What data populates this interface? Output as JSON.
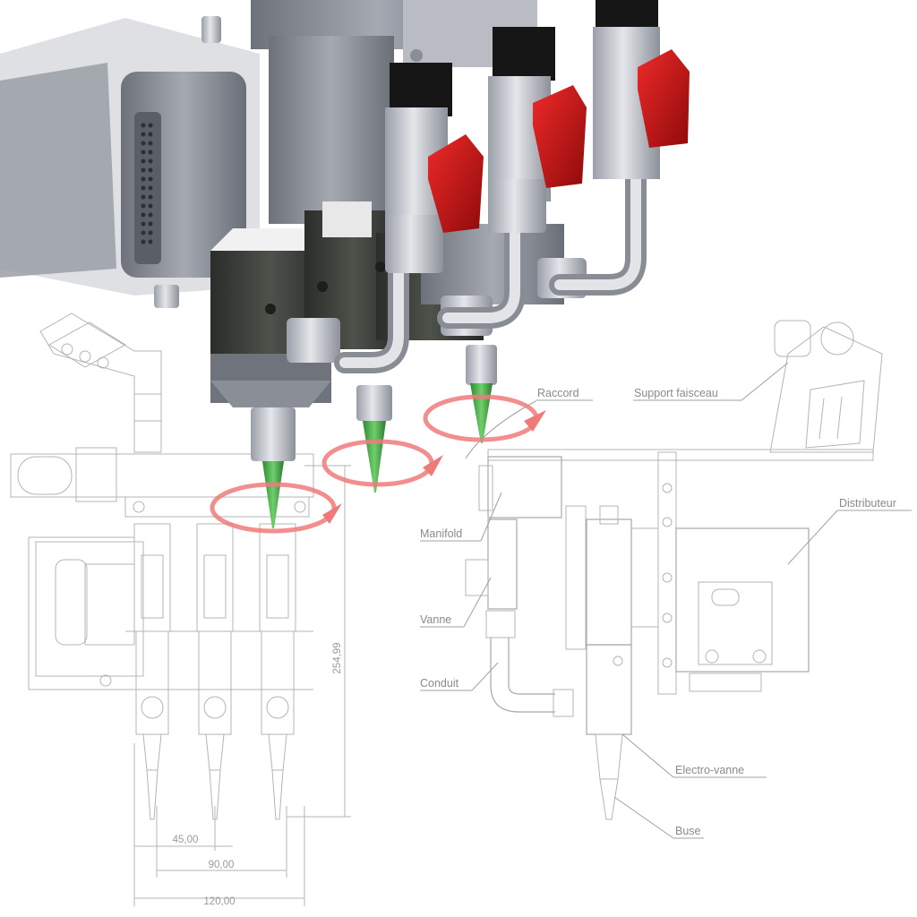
{
  "labels": {
    "raccord": "Raccord",
    "support_faisceau": "Support faisceau",
    "distributeur": "Distributeur",
    "manifold": "Manifold",
    "vanne": "Vanne",
    "conduit": "Conduit",
    "electro_vanne": "Electro-vanne",
    "buse": "Buse"
  },
  "dimensions": {
    "height": "254,99",
    "spacing_1": "45,00",
    "spacing_2": "90,00",
    "spacing_3": "120,00"
  },
  "colors": {
    "drawing_line": "#b4b4b4",
    "body_dark": "#3b3f3a",
    "metal_light": "#c9ccd2",
    "valve_red": "#c81414",
    "nozzle_green": "#3fa043",
    "rotation_arrow": "#f07a7a",
    "fitting_blue": "#1f3fcf",
    "fitting_yellow": "#e8d84a"
  },
  "icons": [
    "rotation-arrow-icon",
    "valve-handle-icon",
    "nozzle-icon"
  ]
}
